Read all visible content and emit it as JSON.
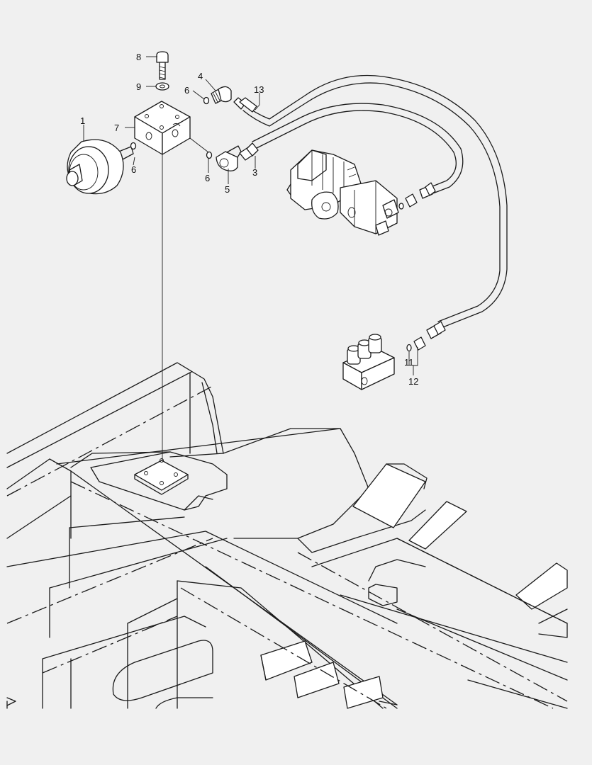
{
  "callouts": {
    "c1": "1",
    "c3": "3",
    "c4": "4",
    "c5": "5",
    "c6a": "6",
    "c6b": "6",
    "c6c": "6",
    "c7": "7",
    "c8": "8",
    "c9": "9",
    "c11": "11",
    "c12": "12",
    "c13": "13"
  },
  "colors": {
    "line": "#1a1a1a",
    "background": "#f0f0f0",
    "part_fill": "#ffffff"
  }
}
